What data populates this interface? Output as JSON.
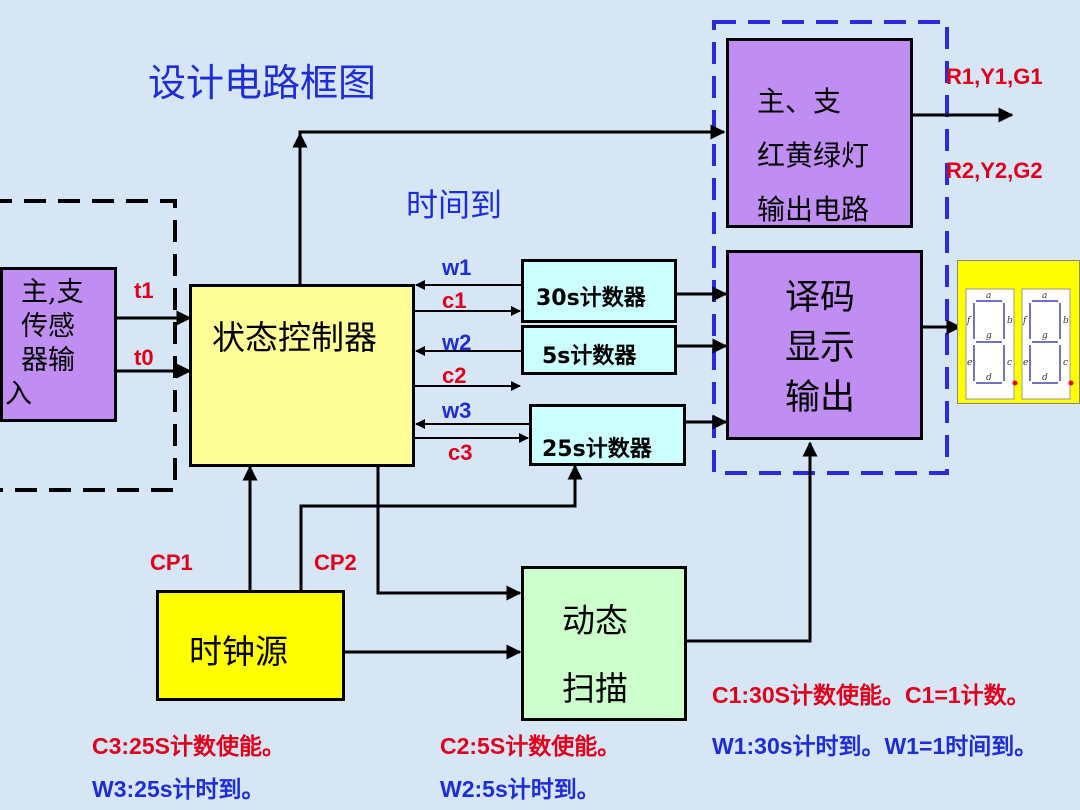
{
  "title": "设计电路框图",
  "time_up_label": "时间到",
  "sensor_box": {
    "label_lines": [
      "主,支",
      "传感",
      "器输",
      "入"
    ]
  },
  "controller": {
    "label": "状态控制器"
  },
  "output_circuit": {
    "label_lines": [
      "主、支",
      "红黄绿灯",
      "输出电路"
    ]
  },
  "decoder": {
    "label_lines": [
      "译码",
      "显示",
      "输出"
    ]
  },
  "counters": [
    {
      "label": "30s计数器"
    },
    {
      "label": "5s计数器"
    },
    {
      "label": "25s计数器"
    }
  ],
  "clock": {
    "label": "时钟源"
  },
  "scan": {
    "label_lines": [
      "动态",
      "扫描"
    ]
  },
  "signals": {
    "t1": "t1",
    "t0": "t0",
    "w1": "w1",
    "c1": "c1",
    "w2": "w2",
    "c2": "c2",
    "w3": "w3",
    "c3": "c3",
    "cp1": "CP1",
    "cp2": "CP2",
    "out_main": "R1,Y1,G1",
    "out_branch": "R2,Y2,G2"
  },
  "display_segments": [
    "a",
    "b",
    "c",
    "d",
    "e",
    "f",
    "g"
  ],
  "notes": {
    "c1_red": "C1:30S计数使能。C1=1计数。",
    "w1_blue": "W1:30s计时到。W1=1时间到。",
    "c3_red": "C3:25S计数使能。",
    "w3_blue": "W3:25s计时到。",
    "c2_red": "C2:5S计数使能。",
    "w2_blue": "W2:5s计时到。"
  },
  "colors": {
    "background": "#d6e6f5",
    "purple": "#c08ef2",
    "yellow_light": "#ffff99",
    "yellow": "#ffff00",
    "cyan_light": "#ccffff",
    "green_light": "#ccffcc",
    "title_blue": "#1f2dd6",
    "dash_blue": "#2b2bdd",
    "signal_red": "#e0001b"
  }
}
